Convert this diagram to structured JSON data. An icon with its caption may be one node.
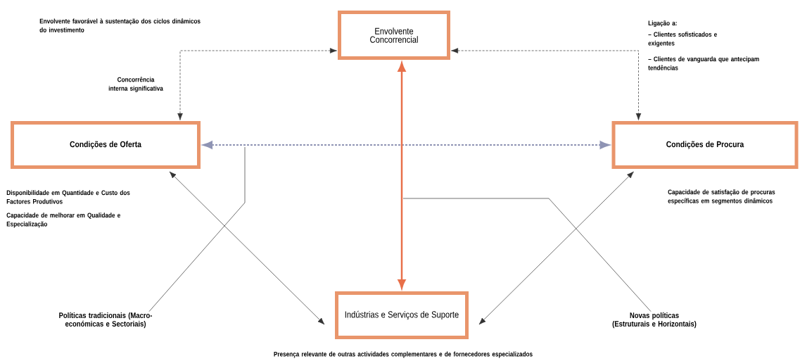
{
  "diagram": {
    "nodes": [
      {
        "text": [
          "Envolvente Concorrencial"
        ]
      },
      {
        "text": [
          "Condições de Oferta"
        ]
      },
      {
        "text": [
          "Condições de Procura"
        ]
      },
      {
        "text": [
          "Indústrias e Serviços de Suporte"
        ]
      },
      {
        "text": [
          "Políticas tradicionais (Macro-económicas e Sectoriais)"
        ]
      },
      {
        "text": [
          "Novas políticas (Estruturais e Horizontais)"
        ]
      }
    ],
    "edges": [
      {
        "from": 1,
        "to": 0,
        "arrow": "both",
        "style": "dashed"
      },
      {
        "from": 0,
        "to": 2,
        "arrow": "both",
        "style": "dashed"
      },
      {
        "from": 1,
        "to": 2,
        "arrow": "both",
        "style": "dashed",
        "color": "#8f94b4"
      },
      {
        "from": 0,
        "to": 3,
        "arrow": "both",
        "style": "thick",
        "color": "#e8704a"
      },
      {
        "from": 1,
        "to": 3,
        "arrow": "both"
      },
      {
        "from": 2,
        "to": 3,
        "arrow": "both"
      },
      {
        "from": 4,
        "to": null,
        "arrow": "none"
      },
      {
        "from": 5,
        "to": null,
        "arrow": "none"
      }
    ],
    "labels": [
      "Envolvente favorável à sustentação dos ciclos dinâmicos do investimento",
      "Concorrência interna significativa",
      "Ligação a:",
      "– Clientes sofisticados e exigentes",
      "– Clientes de vanguarda que antecipam tendências",
      "Disponibilidade em Quantidade e Custo dos Factores Produtivos",
      "Capacidade de melhorar em Qualidade e Especialização",
      "Capacidade de satisfação de procuras específicas em segmentos dinâmicos",
      "Presença relevante de outras actividades complementares e de fornecedores especializados"
    ]
  }
}
